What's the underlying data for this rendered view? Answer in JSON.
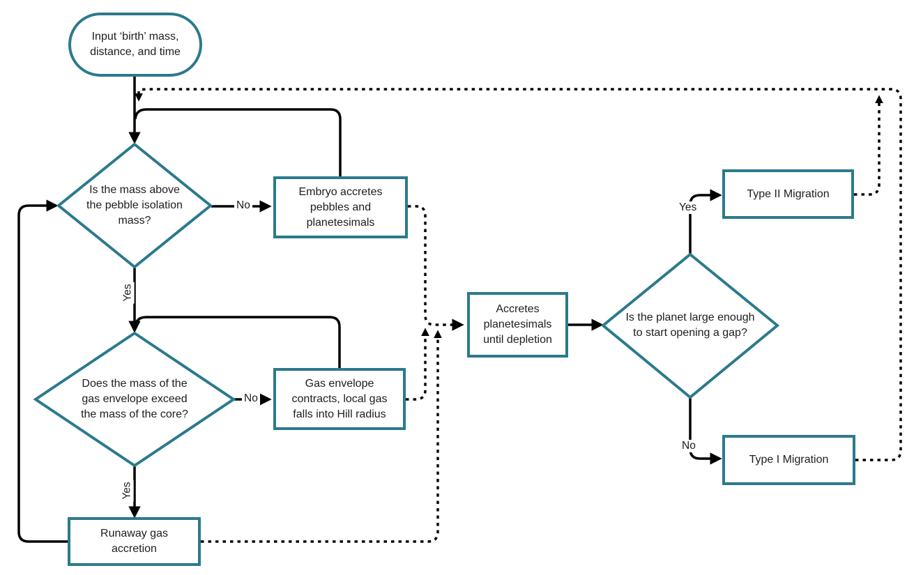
{
  "diagram": {
    "type": "flowchart",
    "colors": {
      "node_border": "#2b7a8c",
      "connector": "#000000",
      "text": "#1d1d1d",
      "background": "#ffffff"
    },
    "nodes": {
      "input": "Input ‘birth’ mass, distance, and time",
      "check_pebble_isolation": "Is the mass above the pebble isolation mass?",
      "embryo_accretes": "Embryo accretes pebbles and planetesimals",
      "check_gas_envelope": "Does the mass of the gas envelope exceed the mass of the core?",
      "gas_envelope_contracts": "Gas envelope contracts, local gas falls into Hill radius",
      "runaway_gas_accretion": "Runaway gas accretion",
      "accretes_planetesimals": "Accretes planetesimals until depletion",
      "check_gap_opening": "Is the planet large enough to start opening a gap?",
      "type_ii_migration": "Type II Migration",
      "type_i_migration": "Type I Migration"
    },
    "edge_labels": {
      "pebble_no": "No",
      "pebble_yes": "Yes",
      "envelope_no": "No",
      "envelope_yes": "Yes",
      "gap_yes": "Yes",
      "gap_no": "No"
    }
  }
}
